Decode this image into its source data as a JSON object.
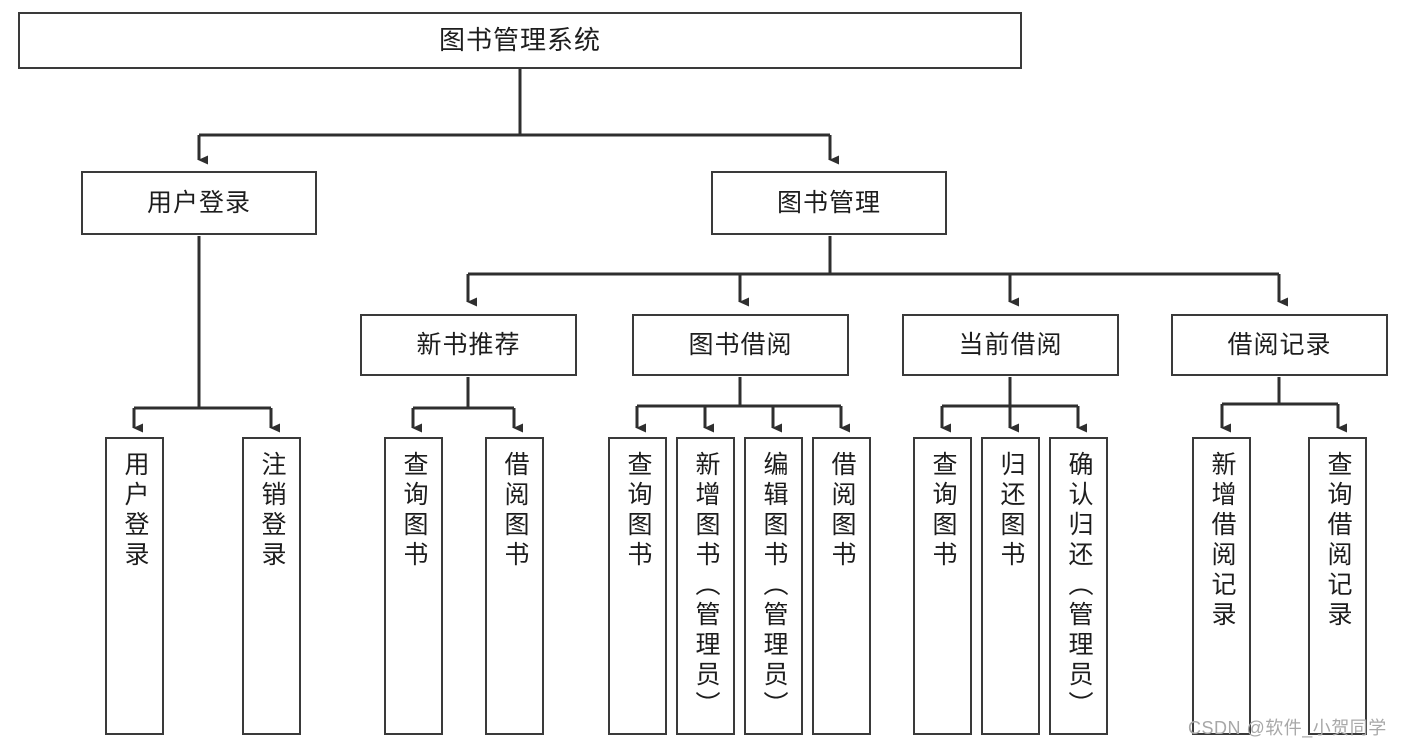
{
  "diagram": {
    "title": "图书管理系统",
    "type": "hierarchy-tree",
    "levels": 4,
    "colors": {
      "box_border": "#3a3a3a",
      "box_fill": "#ffffff",
      "connector": "#2f2f2f",
      "text": "#1d1d1d",
      "watermark": "#a8a8a8",
      "background": "#ffffff"
    }
  },
  "watermark": {
    "text": "CSDN @软件_小贺同学"
  },
  "nodes": {
    "root": {
      "label": "图书管理系统"
    },
    "level2": [
      {
        "id": "user-login",
        "label": "用户登录"
      },
      {
        "id": "book-management",
        "label": "图书管理"
      }
    ],
    "level3": [
      {
        "id": "new-book-recommend",
        "label": "新书推荐"
      },
      {
        "id": "book-borrow",
        "label": "图书借阅"
      },
      {
        "id": "current-borrow",
        "label": "当前借阅"
      },
      {
        "id": "borrow-record",
        "label": "借阅记录"
      }
    ],
    "leaves": [
      {
        "id": "leaf-user-login",
        "label": "用户登录",
        "parent": "user-login"
      },
      {
        "id": "leaf-logout",
        "label": "注销登录",
        "parent": "user-login"
      },
      {
        "id": "leaf-query-book-1",
        "label": "查询图书",
        "parent": "new-book-recommend"
      },
      {
        "id": "leaf-borrow-book-1",
        "label": "借阅图书",
        "parent": "new-book-recommend"
      },
      {
        "id": "leaf-query-book-2",
        "label": "查询图书",
        "parent": "book-borrow"
      },
      {
        "id": "leaf-add-book",
        "label": "新增图书（管理员）",
        "parent": "book-borrow"
      },
      {
        "id": "leaf-edit-book",
        "label": "编辑图书（管理员）",
        "parent": "book-borrow"
      },
      {
        "id": "leaf-borrow-book-2",
        "label": "借阅图书",
        "parent": "book-borrow"
      },
      {
        "id": "leaf-query-book-3",
        "label": "查询图书",
        "parent": "current-borrow"
      },
      {
        "id": "leaf-return-book",
        "label": "归还图书",
        "parent": "current-borrow"
      },
      {
        "id": "leaf-confirm-return",
        "label": "确认归还（管理员）",
        "parent": "current-borrow"
      },
      {
        "id": "leaf-add-record",
        "label": "新增借阅记录",
        "parent": "borrow-record"
      },
      {
        "id": "leaf-query-record",
        "label": "查询借阅记录",
        "parent": "borrow-record"
      }
    ]
  }
}
